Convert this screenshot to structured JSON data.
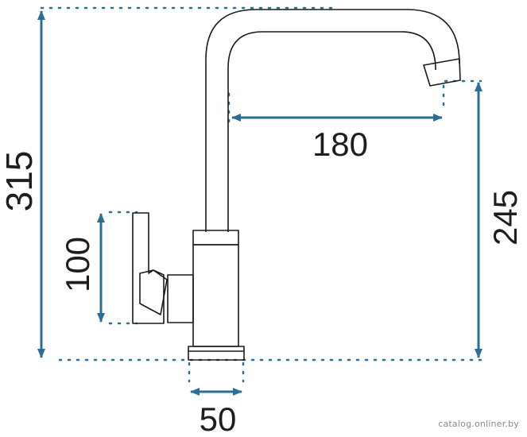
{
  "dimensions": {
    "total_height": "315",
    "spout_reach": "180",
    "spout_height": "245",
    "lever_height": "100",
    "base_diameter": "50"
  },
  "watermark": "catalog.onliner.by",
  "colors": {
    "dimension_line": "#2a6f97",
    "outline": "#1a1a1a",
    "text": "#1e1e1e"
  }
}
